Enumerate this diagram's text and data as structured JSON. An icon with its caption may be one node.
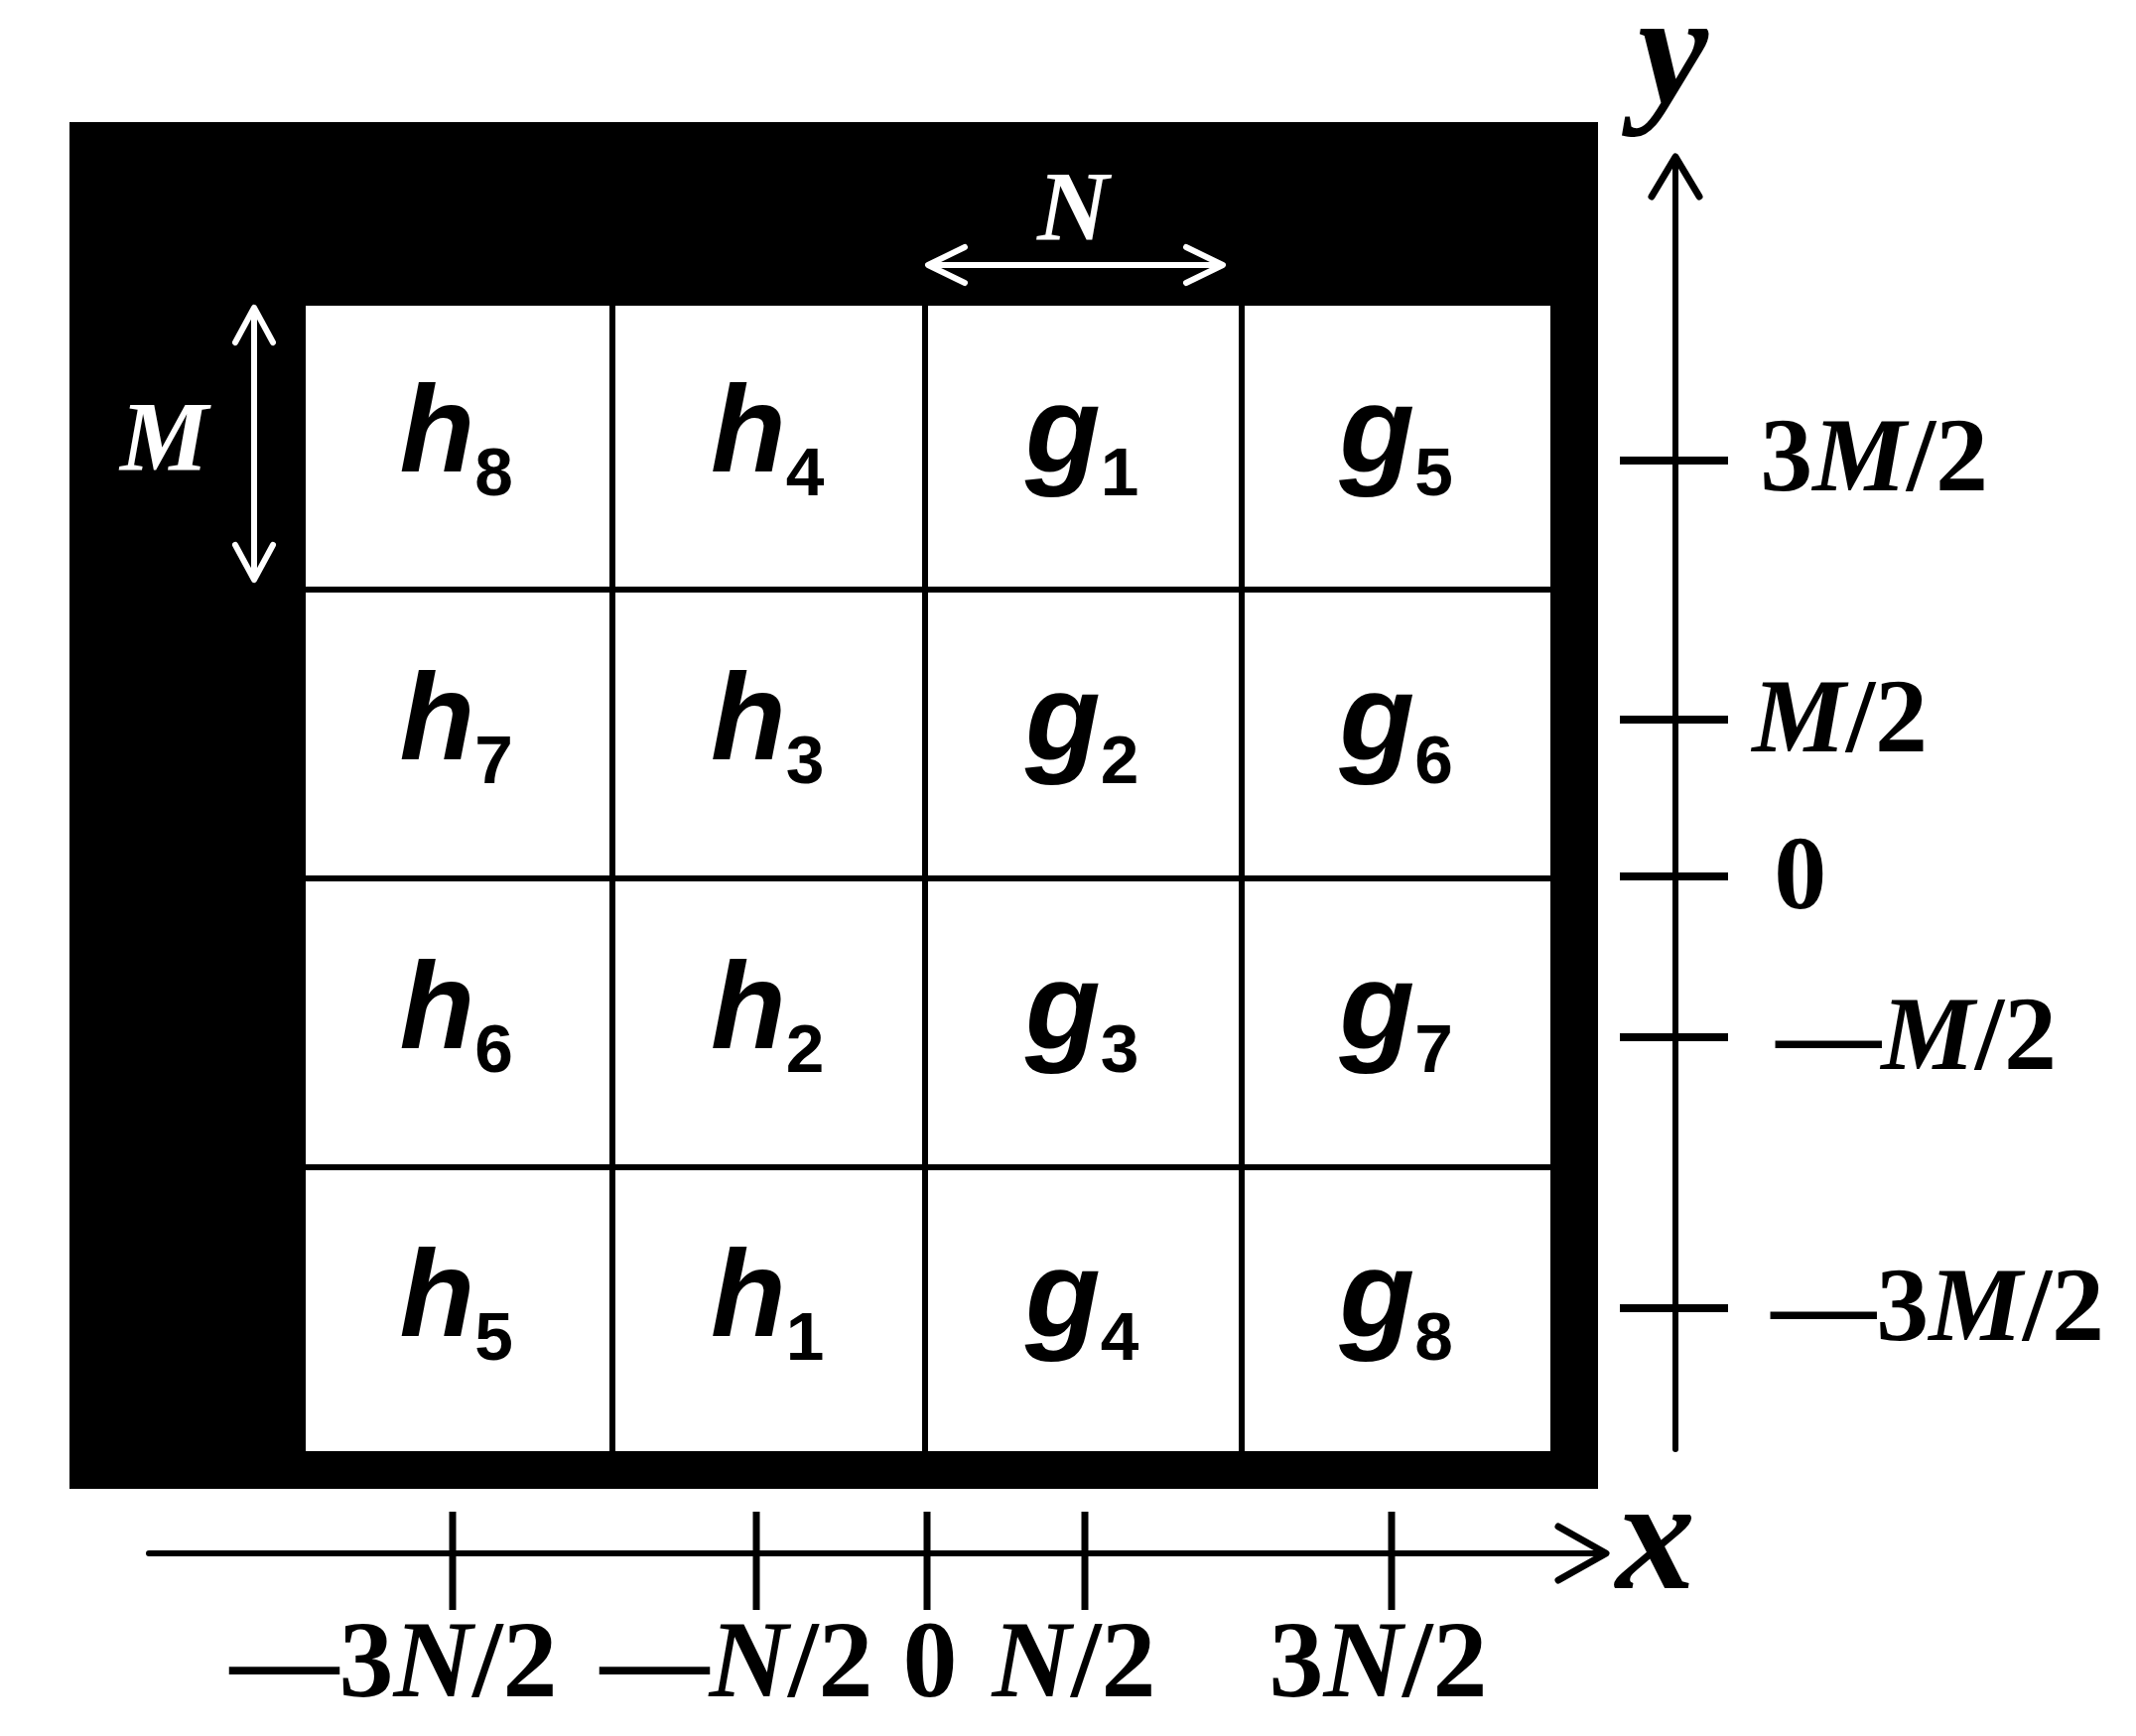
{
  "diagram": {
    "nodes": [
      {
        "text": [
          "*h*$_{8}$"
        ]
      },
      {
        "text": [
          "*h*$_{4}$"
        ]
      },
      {
        "text": [
          "*g*$_{1}$"
        ]
      },
      {
        "text": [
          "*g*$_{5}$"
        ]
      },
      {
        "text": [
          "*h*$_{7}$"
        ]
      },
      {
        "text": [
          "*h*$_{3}$"
        ]
      },
      {
        "text": [
          "*g*$_{2}$"
        ]
      },
      {
        "text": [
          "*g*$_{6}$"
        ]
      },
      {
        "text": [
          "*h*$_{6}$"
        ]
      },
      {
        "text": [
          "*h*$_{2}$"
        ]
      },
      {
        "text": [
          "*g*$_{3}$"
        ]
      },
      {
        "text": [
          "*g*$_{7}$"
        ]
      },
      {
        "text": [
          "*h*$_{5}$"
        ]
      },
      {
        "text": [
          "*h*$_{1}$"
        ]
      },
      {
        "text": [
          "*g*$_{4}$"
        ]
      },
      {
        "text": [
          "*g*$_{8}$"
        ]
      }
    ],
    "labels": [
      "y",
      "N",
      "M",
      "3M/2",
      "M/2",
      "0",
      "—M/2",
      "—3M/2",
      "x",
      "—3N/2",
      "—N/2",
      "0",
      "N/2",
      "3N/2"
    ]
  }
}
